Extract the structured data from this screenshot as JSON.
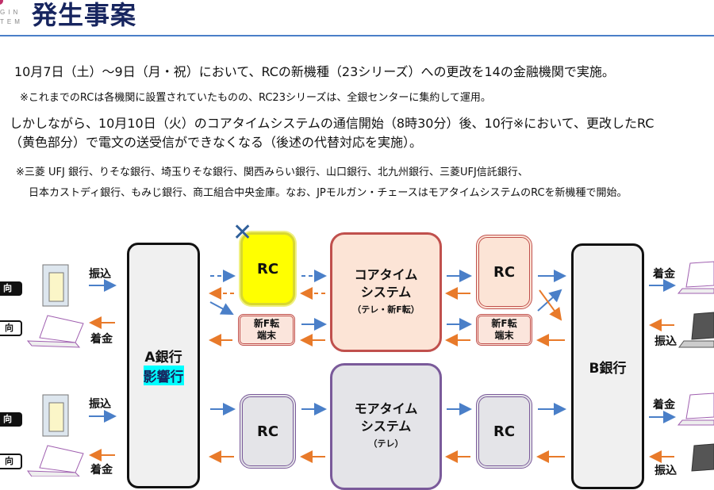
{
  "header": {
    "logo_lines": [
      "GIN",
      "TEM"
    ],
    "title": "発生事案"
  },
  "body": {
    "line1": "10月7日（土）～9日（月・祝）において、RCの新機種（23シリーズ）への更改を14の金融機関で実施。",
    "line2": "※これまでのRCは各機関に設置されていたものの、RC23シリーズは、全銀センターに集約して運用。",
    "line3": "しかしながら、10月10日（火）のコアタイムシステムの通信開始（8時30分）後、10行※において、更改したRC",
    "line4": "（黄色部分）で電文の送受信ができなくなる（後述の代替対応を実施）。",
    "note1": "※三菱 UFJ 銀行、りそな銀行、埼玉りそな銀行、関西みらい銀行、山口銀行、北九州銀行、三菱UFJ信託銀行、",
    "note2": "日本カストディ銀行、もみじ銀行、商工組合中央金庫。なお、JPモルガン・チェースはモアタイムシステムのRCを新機種で開始。"
  },
  "diagram": {
    "bank_a": "A銀行",
    "bank_a_tag": "影響行",
    "bank_b": "B銀行",
    "rc": "RC",
    "newf_1": "新F転",
    "newf_2": "端末",
    "core_1": "コアタイム",
    "core_2": "システム",
    "core_3": "（テレ・新F転）",
    "moa_1": "モアタイム",
    "moa_2": "システム",
    "moa_3": "（テレ）",
    "transfer": "振込",
    "receipt": "着金",
    "tag": "向",
    "colors": {
      "blue_arrow": "#4a7fc8",
      "orange_arrow": "#e87a2a"
    }
  }
}
